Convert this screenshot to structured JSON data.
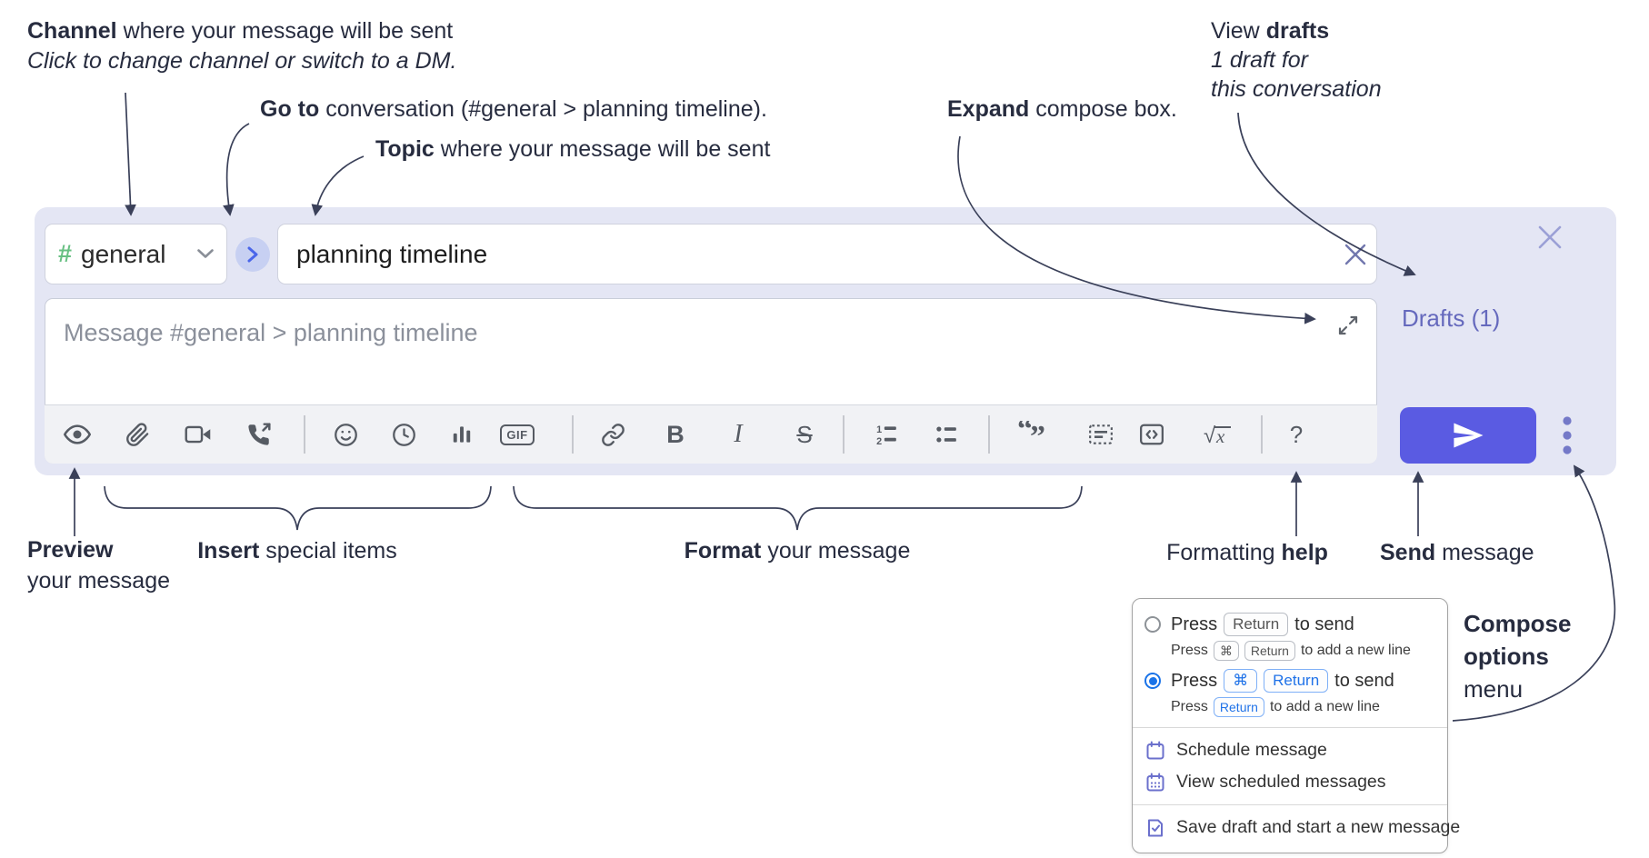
{
  "annotations": {
    "channel": {
      "bold": "Channel",
      "rest": " where your message will be sent",
      "sub_italic": "Click to change channel or switch to a DM."
    },
    "goto": {
      "bold": "Go to",
      "rest": " conversation (#general > planning timeline)."
    },
    "topic": {
      "bold": "Topic",
      "rest": " where your message will be sent"
    },
    "expand": {
      "bold": "Expand",
      "rest": " compose box."
    },
    "view_drafts": {
      "pre": "View ",
      "bold": "drafts",
      "line2_italic": "1 draft for",
      "line3_italic": "this conversation"
    },
    "preview": {
      "bold": "Preview",
      "line2": "your message"
    },
    "insert": {
      "bold": "Insert",
      "rest": " special items"
    },
    "format": {
      "bold": "Format",
      "rest": " your message"
    },
    "help": {
      "pre": "Formatting ",
      "bold": "help"
    },
    "send": {
      "bold": "Send",
      "rest": " message"
    },
    "compose_options": {
      "bold_line1": "Compose",
      "bold_line2": "options",
      "line3": "menu"
    }
  },
  "compose_box": {
    "channel_selector": {
      "hash_glyph": "#",
      "name": "general"
    },
    "topic_input": {
      "value": "planning timeline"
    },
    "message_input": {
      "placeholder": "Message #general > planning timeline"
    },
    "drafts_link": "Drafts (1)",
    "toolbar": {
      "icon_names": [
        "preview-eye",
        "attach-paperclip",
        "video-call",
        "voice-call",
        "emoji-smiley",
        "time-clock",
        "poll-bar-chart",
        "gif",
        "link",
        "bold",
        "italic",
        "strikethrough",
        "numbered-list",
        "bulleted-list",
        "quote",
        "spoiler",
        "code",
        "math",
        "help"
      ],
      "gif_label": "GIF",
      "bold_glyph": "B",
      "italic_glyph": "I",
      "strike_glyph": "S",
      "quote_open_glyph": "“",
      "quote_close_glyph": "”",
      "ol_num1": "1",
      "ol_num2": "2",
      "math_root_glyph": "√",
      "math_var_glyph": "x",
      "help_glyph": "?"
    }
  },
  "options_popup": {
    "option1": {
      "selected": false,
      "pre": "Press",
      "key": "Return",
      "post": "to send",
      "sub_pre": "Press",
      "sub_key1": "⌘",
      "sub_key2": "Return",
      "sub_post": "to add a new line"
    },
    "option2": {
      "selected": true,
      "pre": "Press",
      "key1": "⌘",
      "key2": "Return",
      "post": "to send",
      "sub_pre": "Press",
      "sub_key": "Return",
      "sub_post": "to add a new line"
    },
    "menu_items": [
      {
        "icon": "calendar-icon",
        "label": "Schedule message"
      },
      {
        "icon": "calendar-grid-icon",
        "label": "View scheduled messages"
      },
      {
        "icon": "draft-save-icon",
        "label": "Save draft and start a new message"
      }
    ]
  },
  "colors": {
    "compose_bg": "#e4e6f4",
    "accent_send": "#5a5be2",
    "drafts_link": "#6569bd",
    "hash_green": "#68c083",
    "key_blue": "#1a73e8",
    "toolbar_icon": "#565b63",
    "annotation_text": "#272c3f",
    "menu_icon_purple": "#6b70cc"
  }
}
